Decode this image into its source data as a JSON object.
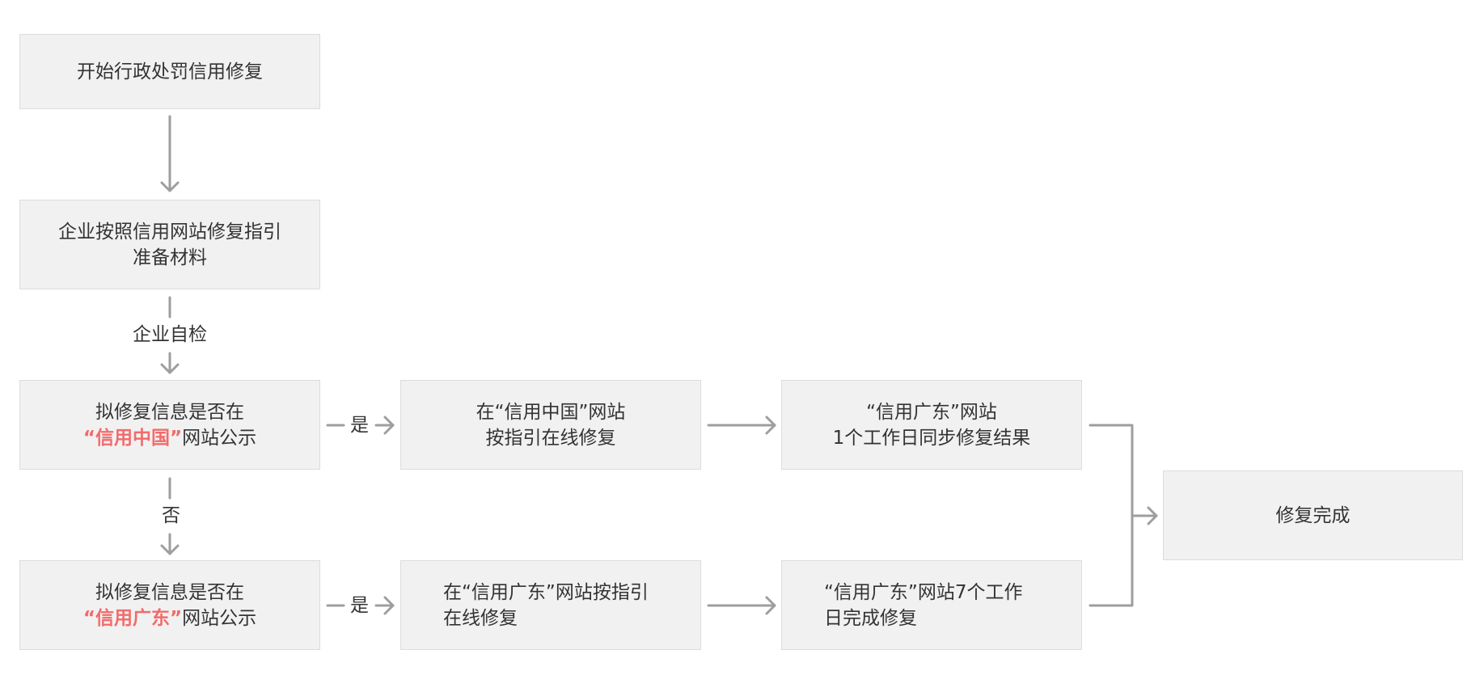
{
  "flow": {
    "start": "开始行政处罚信用修复",
    "prepare": {
      "line1": "企业按照信用网站修复指引",
      "line2": "准备材料"
    },
    "self_check_label": "企业自检",
    "q1": {
      "line1": "拟修复信息是否在",
      "highlight": "“信用中国”",
      "suffix": "网站公示"
    },
    "q2": {
      "line1": "拟修复信息是否在",
      "highlight": "“信用广东”",
      "suffix": "网站公示"
    },
    "yes_label": "是",
    "no_label": "否",
    "repair_china": {
      "line1": "在“信用中国”网站",
      "line2": "按指引在线修复"
    },
    "sync_guangdong": {
      "line1": "“信用广东”网站",
      "line2": "1个工作日同步修复结果"
    },
    "repair_guangdong": {
      "line1": "在“信用广东”网站按指引",
      "line2": "在线修复"
    },
    "complete_guangdong": {
      "line1": "“信用广东”网站7个工作",
      "line2": "日完成修复"
    },
    "done": "修复完成"
  }
}
